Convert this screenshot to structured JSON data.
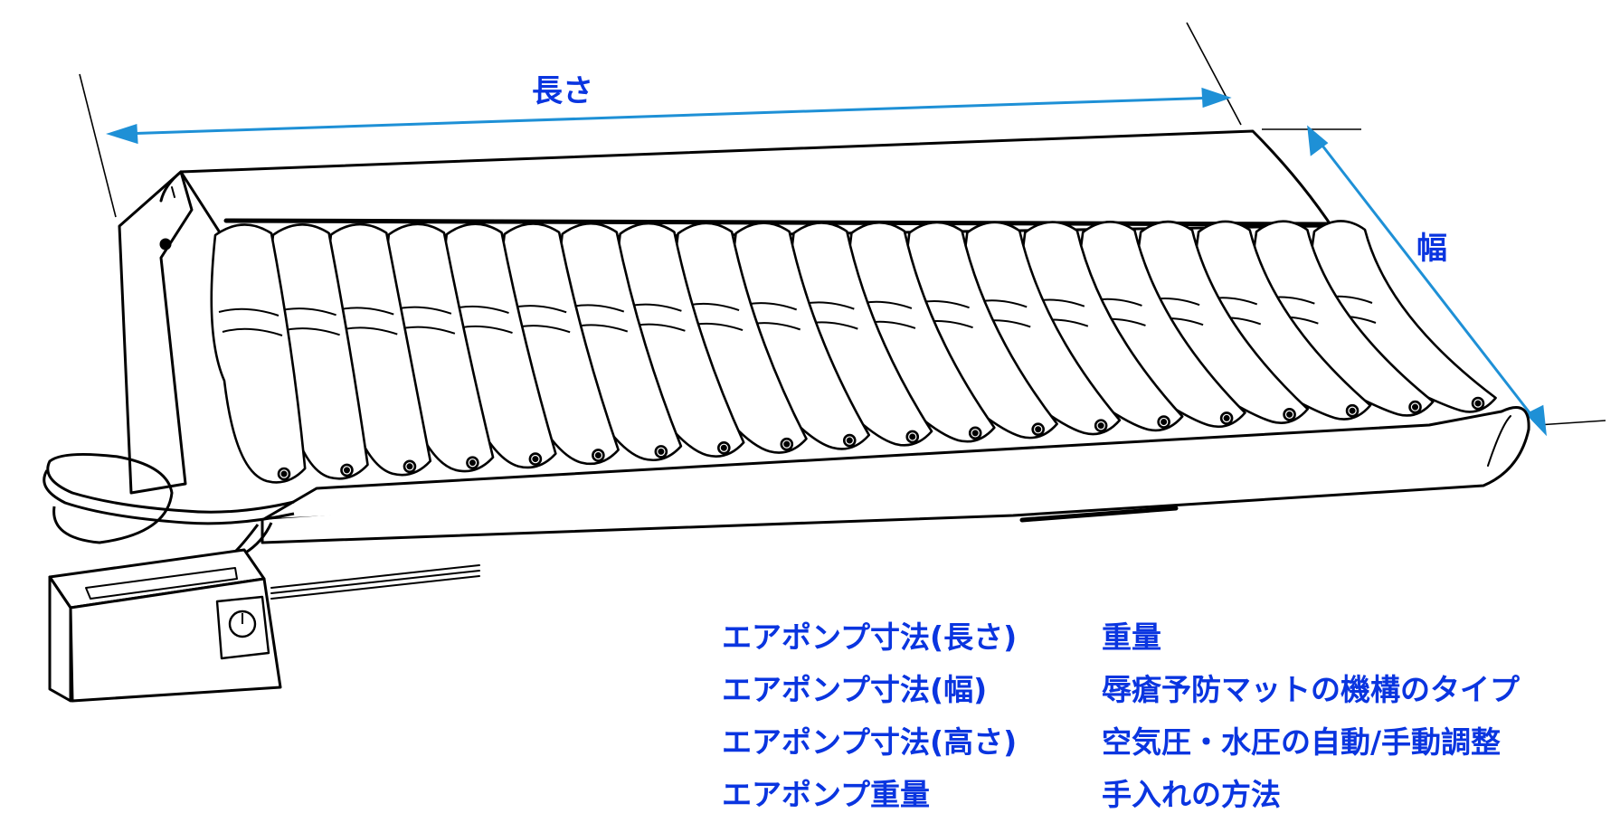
{
  "dimension_labels": {
    "length": "長さ",
    "width": "幅"
  },
  "spec_list": {
    "left": [
      "エアポンプ寸法(長さ)",
      "エアポンプ寸法(幅)",
      "エアポンプ寸法(高さ)",
      "エアポンプ重量"
    ],
    "right": [
      "重量",
      "辱瘡予防マットの機構のタイプ",
      "空気圧・水圧の自動/手動調整",
      "手入れの方法"
    ]
  },
  "colors": {
    "label_blue": "#0a35e0",
    "arrow_cyan": "#1e90d6",
    "line_black": "#000000"
  },
  "icons": [
    "air-mattress-illustration",
    "air-pump-illustration",
    "dial-knob-icon"
  ]
}
